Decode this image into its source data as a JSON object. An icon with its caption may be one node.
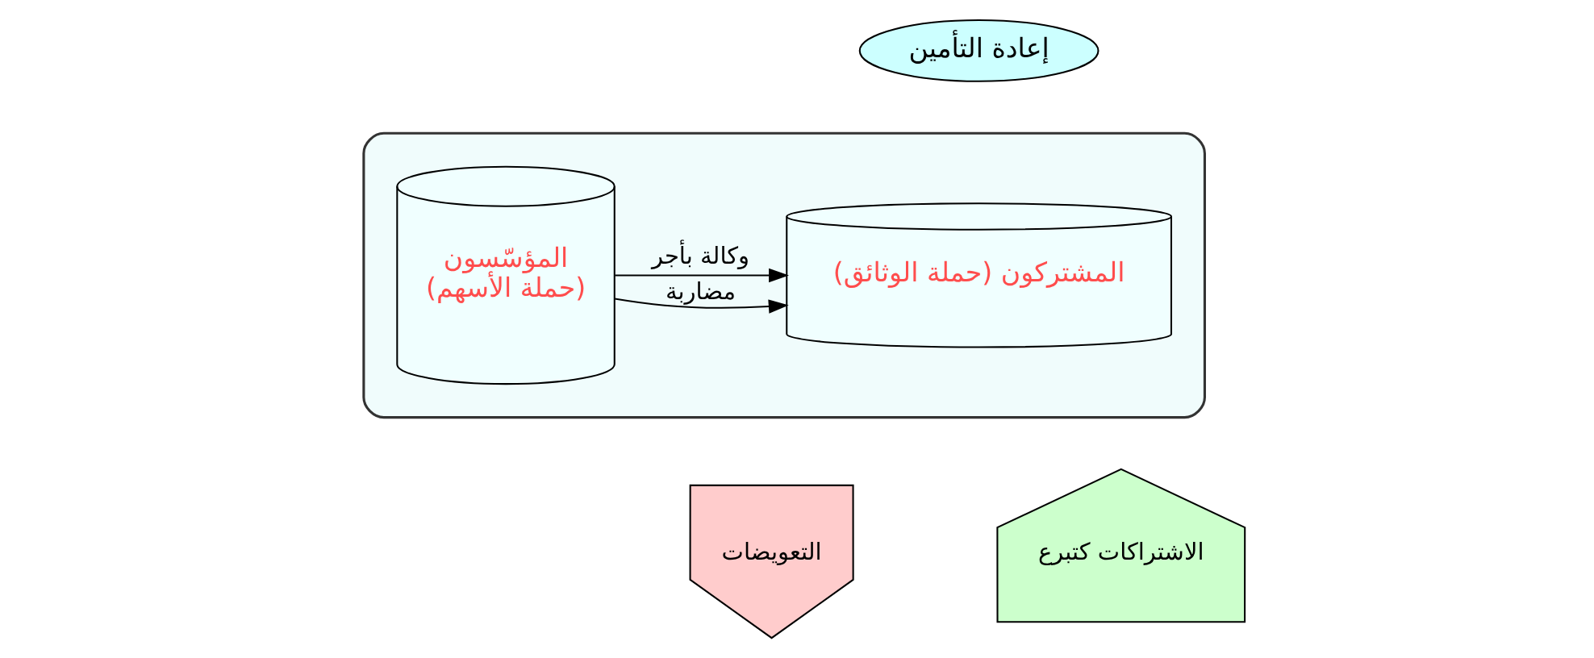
{
  "diagram": {
    "nodes": [
      {
        "text": [
          "إعادة التأمين"
        ]
      },
      {
        "text": [],
        "shape": "ellipse"
      },
      {
        "text": [
          "المشتركون (حملة الوثائق)"
        ],
        "in": 1
      },
      {
        "text": [
          "المؤسّسون",
          "(حملة الأسهم)"
        ],
        "in": 1
      },
      {
        "text": [
          "التعويضات"
        ]
      },
      {
        "text": [
          "الاشتراكات كتبرع"
        ]
      }
    ],
    "edges": [
      {
        "from": 3,
        "to": 2,
        "arrow": "to",
        "label": "وكالة بأجر"
      },
      {
        "from": 3,
        "to": 2,
        "arrow": "to",
        "label": "مضاربة"
      }
    ]
  }
}
